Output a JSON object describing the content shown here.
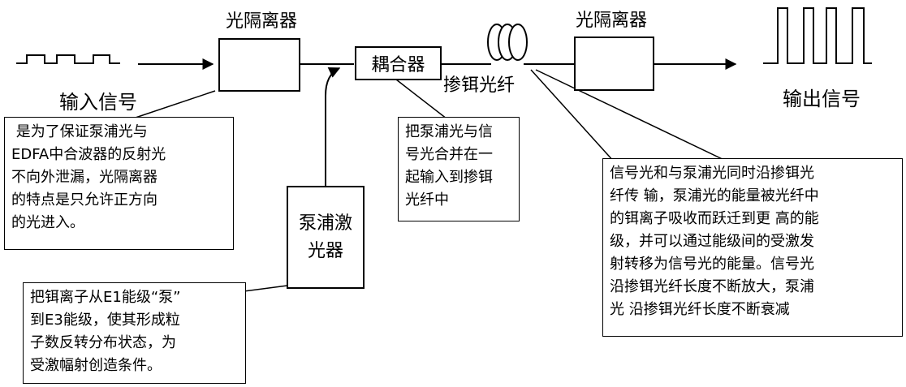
{
  "labels": {
    "input_signal": "输入信号",
    "output_signal": "输出信号",
    "isolator_1": "光隔离器",
    "isolator_2": "光隔离器",
    "coupler": "耦合器",
    "doped_fiber": "掺铒光纤",
    "pump_laser": "泵浦激\n光器"
  },
  "notes": {
    "isolator_note": " 是为了保证泵浦光与\nEDFA中合波器的反射光\n不向外泄漏，光隔离器\n的特点是只允许正方向\n的光进入。",
    "coupler_note": "把泵浦光与信\n号光合并在一\n起输入到掺铒\n光纤中",
    "fiber_note": "信号光和与泵浦光同时沿掺铒光\n纤传 输，泵浦光的能量被光纤中\n的铒离子吸收而跃迁到更 高的能\n级，并可以通过能级间的受激发\n射转移为信号光的能量。信号光\n沿掺铒光纤长度不断放大，泵浦\n光 沿掺铒光纤长度不断衰减",
    "pump_note": "把铒离子从E1能级“泵”\n到E3能级，使其形成粒\n子数反转分布状态，为\n受激幅射创造条件。"
  }
}
